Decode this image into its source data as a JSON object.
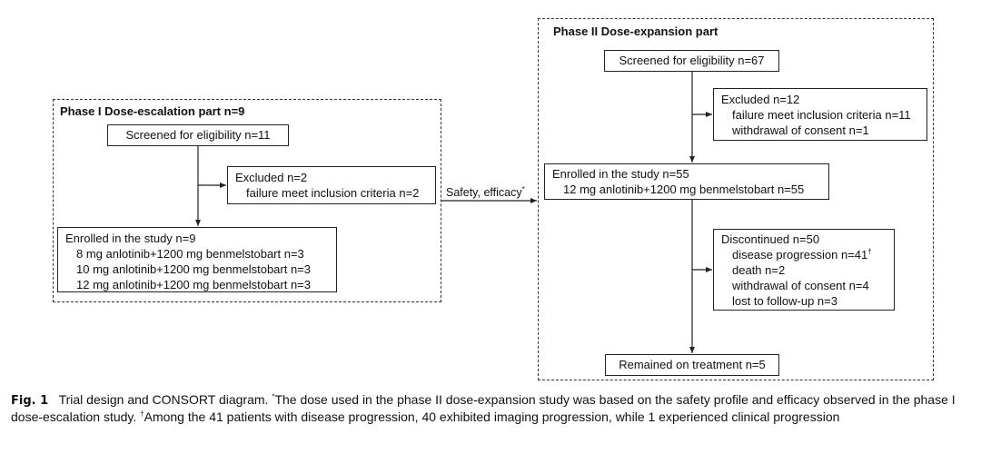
{
  "phase1": {
    "title": "Phase I Dose-escalation part n=9",
    "screened": "Screened for eligibility n=11",
    "excluded": {
      "title": "Excluded n=2",
      "items": [
        "failure meet inclusion criteria n=2"
      ]
    },
    "enrolled": {
      "title": "Enrolled in the study n=9",
      "items": [
        "8 mg anlotinib+1200 mg benmelstobart n=3",
        "10 mg anlotinib+1200 mg benmelstobart n=3",
        "12 mg anlotinib+1200 mg benmelstobart n=3"
      ]
    }
  },
  "connector": {
    "label": "Safety, efficacy",
    "mark": "*"
  },
  "phase2": {
    "title": "Phase II Dose-expansion part",
    "screened": "Screened for eligibility n=67",
    "excluded": {
      "title": "Excluded n=12",
      "items": [
        "failure meet inclusion criteria n=11",
        "withdrawal of consent n=1"
      ]
    },
    "enrolled": {
      "title": "Enrolled in the study n=55",
      "items": [
        "12 mg anlotinib+1200 mg benmelstobart n=55"
      ]
    },
    "discontinued": {
      "title": "Discontinued n=50",
      "items": [
        "disease progression n=41",
        "death n=2",
        "withdrawal of consent n=4",
        "lost to follow-up n=3"
      ],
      "progression_mark": "†"
    },
    "remained": "Remained on treatment n=5"
  },
  "caption": {
    "fig": "Fig. 1",
    "title": "Trial design and CONSORT diagram.",
    "star": "*",
    "note1": "The dose used in the phase II dose-expansion study was based on the safety profile and efficacy observed in the phase I dose-escalation study.",
    "dagger": "†",
    "note2": "Among the 41 patients with disease progression, 40 exhibited imaging progression, while 1 experienced clinical progression"
  }
}
